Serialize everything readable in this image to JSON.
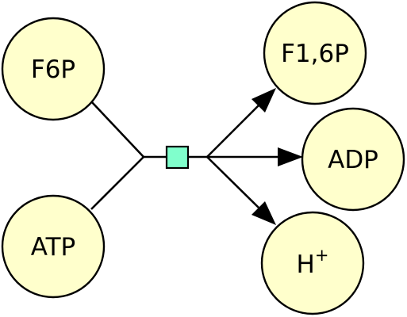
{
  "reaction": {
    "process": {
      "type": "transition",
      "fill_color": "#80ffcc"
    },
    "node_fill_color": "#ffffcc",
    "line_color": "#000000",
    "reactants": [
      {
        "id": "f6p",
        "label": "F6P"
      },
      {
        "id": "atp",
        "label": "ATP"
      }
    ],
    "products": [
      {
        "id": "f16p",
        "label": "F1,6P"
      },
      {
        "id": "adp",
        "label": "ADP"
      },
      {
        "id": "h",
        "label": "H",
        "superscript": "+"
      }
    ]
  }
}
